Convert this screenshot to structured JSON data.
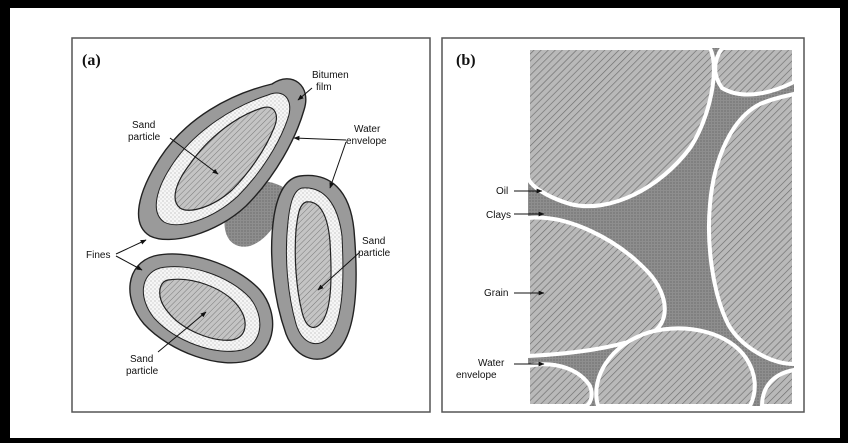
{
  "panel_a": {
    "title": "(a)",
    "labels": {
      "bitumen_film_1": "Bitumen",
      "bitumen_film_2": "film",
      "sand_particle_top_1": "Sand",
      "sand_particle_top_2": "particle",
      "water_envelope_1": "Water",
      "water_envelope_2": "envelope",
      "fines": "Fines",
      "sand_particle_right_1": "Sand",
      "sand_particle_right_2": "particle",
      "sand_particle_bottom_1": "Sand",
      "sand_particle_bottom_2": "particle"
    }
  },
  "panel_b": {
    "title": "(b)",
    "labels": {
      "oil": "Oil",
      "clays": "Clays",
      "grain": "Grain",
      "water_envelope_1": "Water",
      "water_envelope_2": "envelope"
    }
  }
}
